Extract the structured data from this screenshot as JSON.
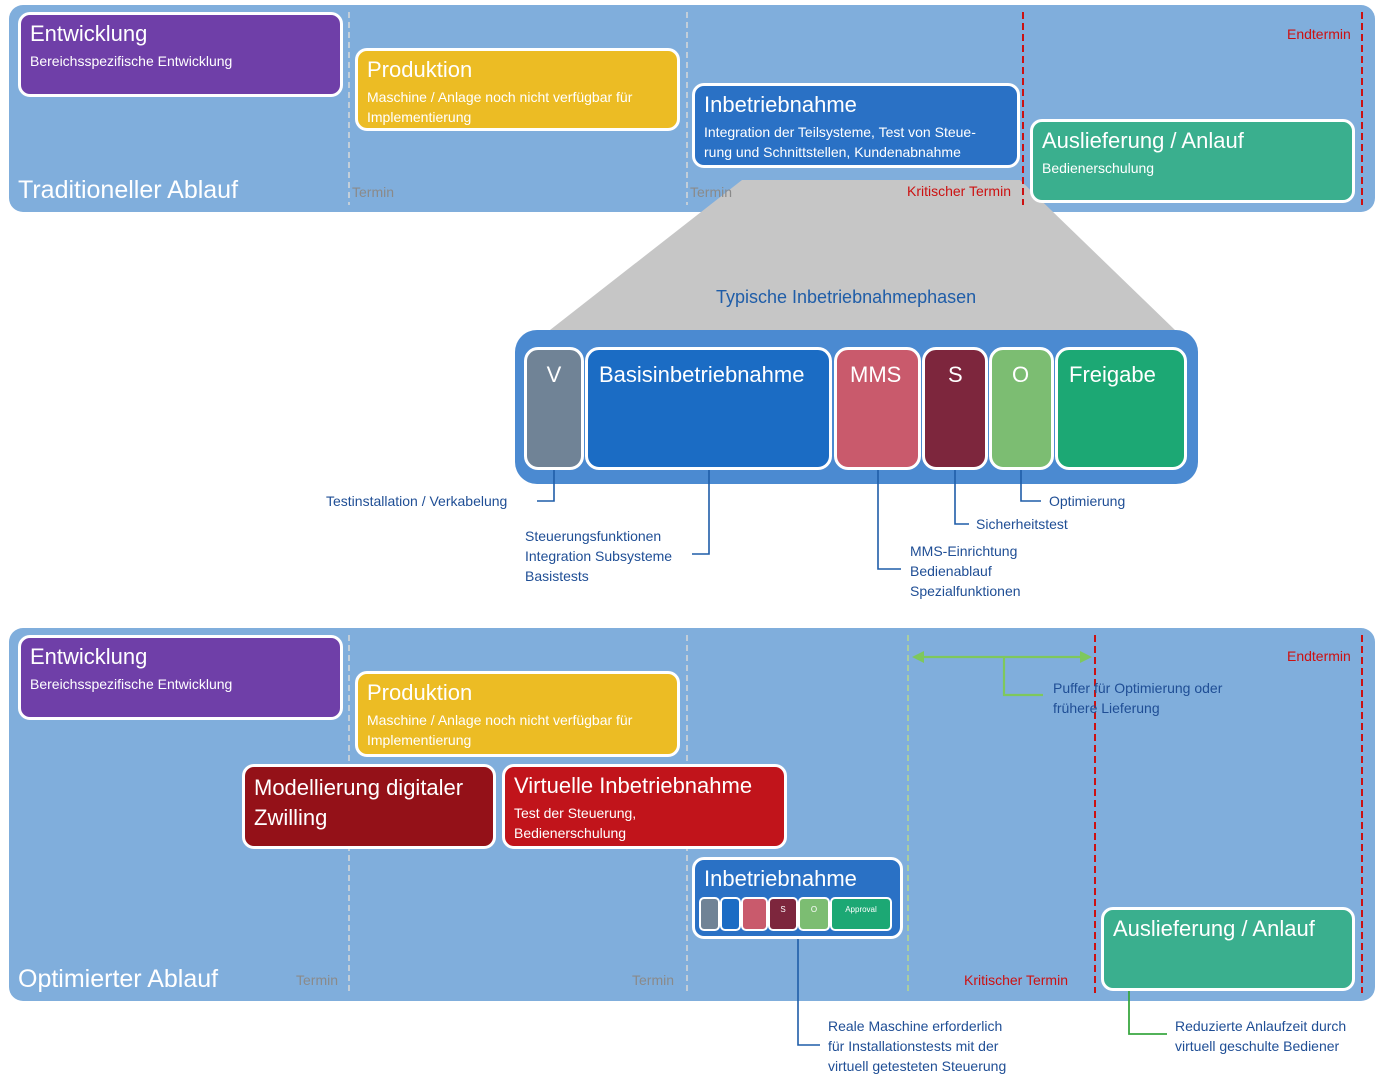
{
  "traditional": {
    "title": "Traditioneller Ablauf",
    "entwicklung": {
      "title": "Entwicklung",
      "sub": "Bereichsspezifische Entwicklung"
    },
    "produktion": {
      "title": "Produktion",
      "sub1": "Maschine / Anlage noch nicht verfügbar für",
      "sub2": "Implementierung"
    },
    "inbetriebnahme": {
      "title": "Inbetriebnahme",
      "sub1": "Integration der Teilsysteme, Test von Steue-",
      "sub2": "rung und  Schnittstellen, Kundenabnahme"
    },
    "auslieferung": {
      "title": "Auslieferung / Anlauf",
      "sub": "Bedienerschulung"
    },
    "termin1": "Termin",
    "termin2": "Termin",
    "kritisch": "Kritischer Termin",
    "endtermin": "Endtermin"
  },
  "phases": {
    "title": "Typische Inbetriebnahmephasen",
    "items": [
      "V",
      "Basisinbetriebnahme",
      "MMS",
      "S",
      "O",
      "Freigabe"
    ],
    "notes": {
      "v": "Testinstallation / Verkabelung",
      "basis": [
        "Steuerungsfunktionen",
        "Integration Subsysteme",
        "Basistests"
      ],
      "mms": [
        "MMS-Einrichtung",
        "Bedienablauf",
        "Spezialfunktionen"
      ],
      "s": "Sicherheitstest",
      "o": "Optimierung"
    }
  },
  "optimized": {
    "title": "Optimierter Ablauf",
    "entwicklung": {
      "title": "Entwicklung",
      "sub": "Bereichsspezifische Entwicklung"
    },
    "produktion": {
      "title": "Produktion",
      "sub1": "Maschine / Anlage noch nicht verfügbar für",
      "sub2": "Implementierung"
    },
    "modellierung": {
      "title1": "Modellierung digitaler",
      "title2": "Zwilling"
    },
    "virtuell": {
      "title": "Virtuelle Inbetriebnahme",
      "sub1": "Test der Steuerung,",
      "sub2": "Bedienerschulung"
    },
    "inbetriebnahme": {
      "title": "Inbetriebnahme",
      "mini": [
        "",
        "",
        "",
        "S",
        "O",
        "Approval"
      ]
    },
    "auslieferung": {
      "title": "Auslieferung / Anlauf"
    },
    "termin1": "Termin",
    "termin2": "Termin",
    "kritisch": "Kritischer Termin",
    "endtermin": "Endtermin",
    "puffer": [
      "Puffer für Optimierung oder",
      "frühere Lieferung"
    ],
    "real": [
      "Reale Maschine erforderlich",
      "für Installationstests mit der",
      "virtuell getesteten Steuerung"
    ],
    "reduziert": [
      "Reduzierte Anlaufzeit durch",
      "virtuell geschulte Bediener"
    ]
  },
  "colors": {
    "band": "#80aedc",
    "entwicklung": "#6f3fa8",
    "produktion": "#ecbc24",
    "inbetriebnahme": "#2a71c5",
    "auslieferung": "#3aaf8e",
    "modellierung": "#941118",
    "virtuell": "#c1141b",
    "phaseV": "#708396",
    "phaseMMS": "#c95a6c",
    "phaseS": "#7d263d",
    "phaseO": "#7cbd72",
    "phaseFreigabe": "#1ca874",
    "kritisch": "#cc1111",
    "puffer": "#7ec85c"
  }
}
